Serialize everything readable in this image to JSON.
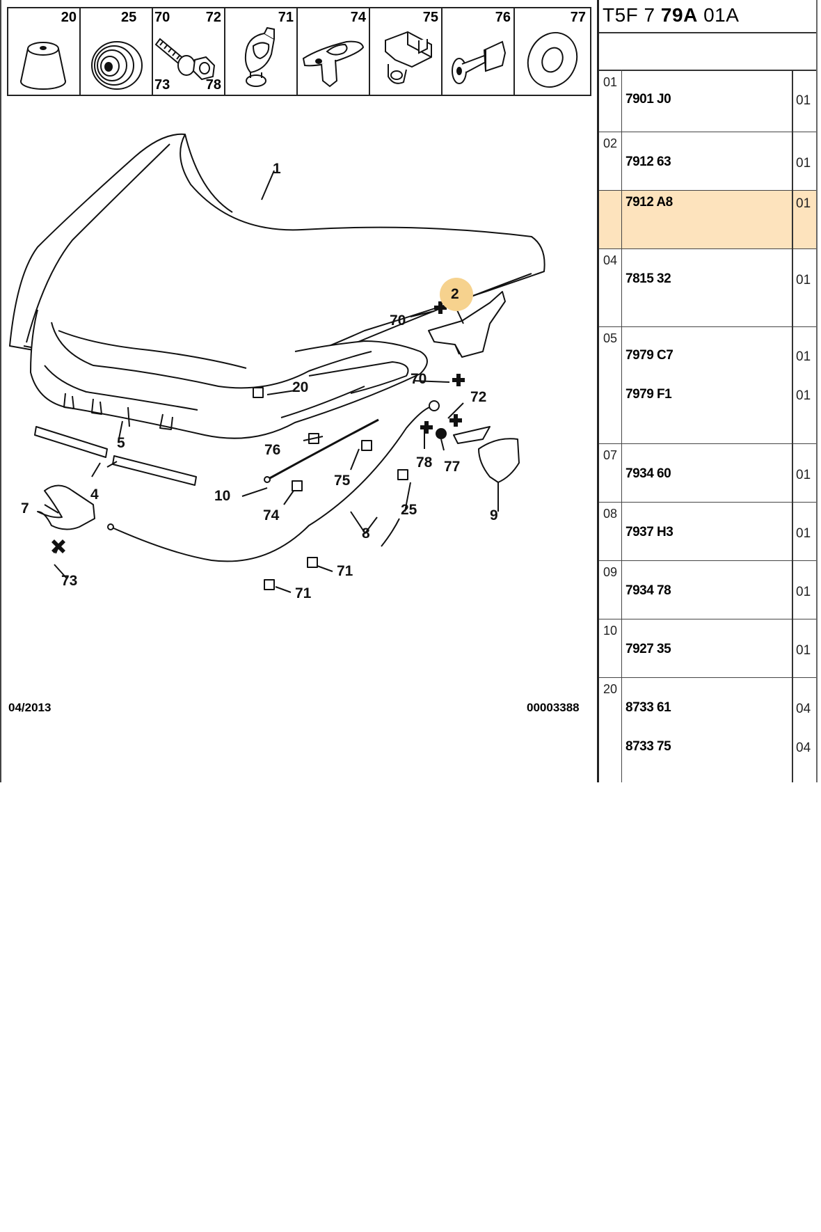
{
  "header": {
    "ref_prefix": "T5F 7",
    "ref_bold": "79A",
    "ref_suffix": "01A"
  },
  "thumbnails": [
    {
      "labels": [
        "20"
      ],
      "icon": "rubber-buffer-icon"
    },
    {
      "labels": [
        "25"
      ],
      "icon": "grommet-icon"
    },
    {
      "labels": [
        "70",
        "72",
        "73",
        "78"
      ],
      "icon": "bolt-nut-icon"
    },
    {
      "labels": [
        "71"
      ],
      "icon": "cable-clip-icon"
    },
    {
      "labels": [
        "74"
      ],
      "icon": "rod-clip-icon"
    },
    {
      "labels": [
        "75"
      ],
      "icon": "rod-holder-icon"
    },
    {
      "labels": [
        "76"
      ],
      "icon": "push-rivet-icon"
    },
    {
      "labels": [
        "77"
      ],
      "icon": "washer-icon"
    }
  ],
  "parts": [
    {
      "ref": "01",
      "items": [
        {
          "part": "7901 J0",
          "qty": "01"
        }
      ],
      "highlight": false
    },
    {
      "ref": "02",
      "items": [
        {
          "part": "7912 63",
          "qty": "01"
        }
      ],
      "highlight": false
    },
    {
      "ref": "",
      "items": [
        {
          "part": "7912 A8",
          "qty": "01"
        }
      ],
      "highlight": true
    },
    {
      "ref": "04",
      "items": [
        {
          "part": "7815 32",
          "qty": "01"
        }
      ],
      "highlight": false
    },
    {
      "ref": "05",
      "items": [
        {
          "part": "7979 C7",
          "qty": "01"
        },
        {
          "part": "7979 F1",
          "qty": "01"
        }
      ],
      "highlight": false
    },
    {
      "ref": "07",
      "items": [
        {
          "part": "7934 60",
          "qty": "01"
        }
      ],
      "highlight": false
    },
    {
      "ref": "08",
      "items": [
        {
          "part": "7937 H3",
          "qty": "01"
        }
      ],
      "highlight": false
    },
    {
      "ref": "09",
      "items": [
        {
          "part": "7934 78",
          "qty": "01"
        }
      ],
      "highlight": false
    },
    {
      "ref": "10",
      "items": [
        {
          "part": "7927 35",
          "qty": "01"
        }
      ],
      "highlight": false
    },
    {
      "ref": "20",
      "items": [
        {
          "part": "8733 61",
          "qty": "04"
        },
        {
          "part": "8733 75",
          "qty": "04"
        }
      ],
      "highlight": false
    }
  ],
  "callouts": {
    "c1": "1",
    "c2": "2",
    "c4": "4",
    "c5": "5",
    "c7": "7",
    "c8": "8",
    "c9": "9",
    "c10": "10",
    "c20": "20",
    "c25": "25",
    "c70a": "70",
    "c70b": "70",
    "c71a": "71",
    "c71b": "71",
    "c72": "72",
    "c73": "73",
    "c74": "74",
    "c75": "75",
    "c76": "76",
    "c77": "77",
    "c78": "78"
  },
  "footer": {
    "date": "04/2013",
    "doc_number": "00003388"
  },
  "colors": {
    "highlight_row": "#fde3bd",
    "highlight_marker": "#f6d28e"
  }
}
